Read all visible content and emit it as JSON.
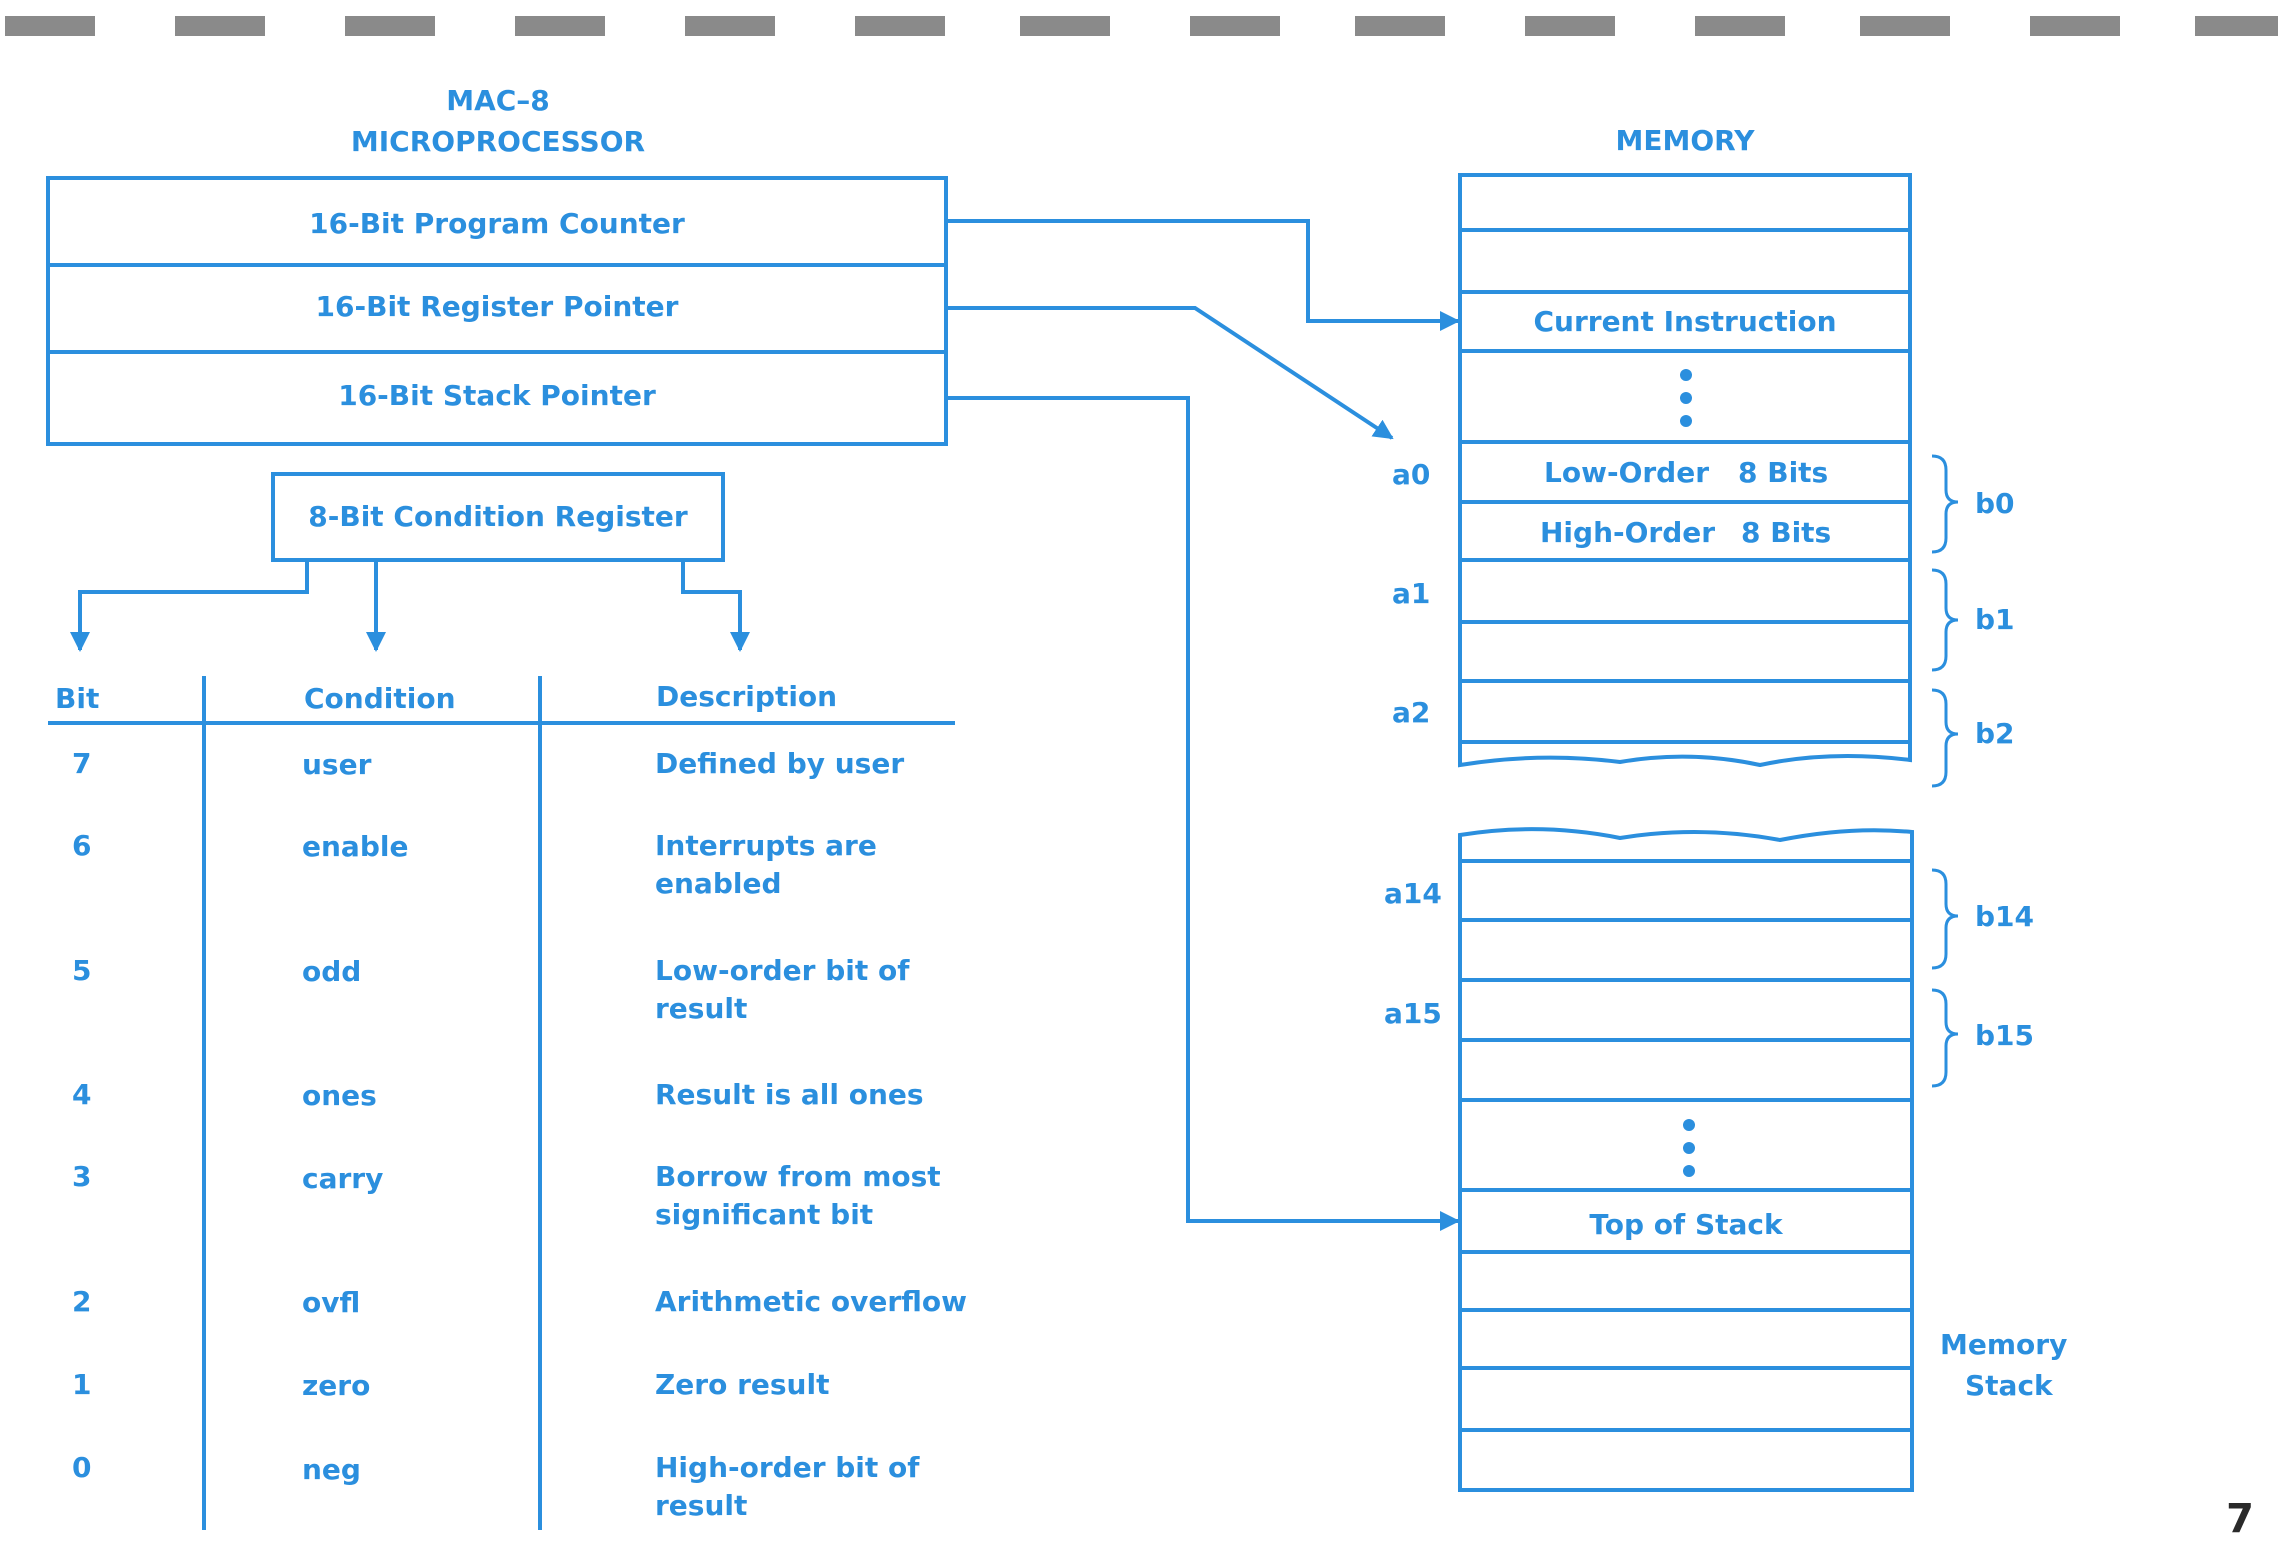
{
  "colors": {
    "ink": "#2b8fde",
    "binding": "#8a8a8a",
    "page_number": "#2a2a2a"
  },
  "processor": {
    "title_line1": "MAC–8",
    "title_line2": "MICROPROCESSOR",
    "registers": [
      "16-Bit Program Counter",
      "16-Bit Register Pointer",
      "16-Bit Stack Pointer"
    ],
    "condition_register": "8-Bit Condition Register"
  },
  "table": {
    "headers": {
      "bit": "Bit",
      "condition": "Condition",
      "description": "Description"
    },
    "rows": [
      {
        "bit": "7",
        "condition": "user",
        "description": "Defined by user"
      },
      {
        "bit": "6",
        "condition": "enable",
        "description": "Interrupts are enabled"
      },
      {
        "bit": "5",
        "condition": "odd",
        "description": "Low-order bit of result"
      },
      {
        "bit": "4",
        "condition": "ones",
        "description": "Result is all ones"
      },
      {
        "bit": "3",
        "condition": "carry",
        "description": "Borrow from most significant bit"
      },
      {
        "bit": "2",
        "condition": "ovfl",
        "description": "Arithmetic overflow"
      },
      {
        "bit": "1",
        "condition": "zero",
        "description": "Zero result"
      },
      {
        "bit": "0",
        "condition": "neg",
        "description": "High-order bit of result"
      }
    ]
  },
  "memory": {
    "title": "MEMORY",
    "current_instruction": "Current Instruction",
    "low_order": "Low-Order",
    "high_order": "High-Order",
    "bits_label": "8 Bits",
    "top_of_stack": "Top of Stack",
    "stack_label_line1": "Memory",
    "stack_label_line2": "Stack",
    "word_labels": [
      "a0",
      "a1",
      "a2",
      "a14",
      "a15"
    ],
    "byte_labels": [
      "b0",
      "b1",
      "b2",
      "b14",
      "b15"
    ]
  },
  "page_number": "7"
}
